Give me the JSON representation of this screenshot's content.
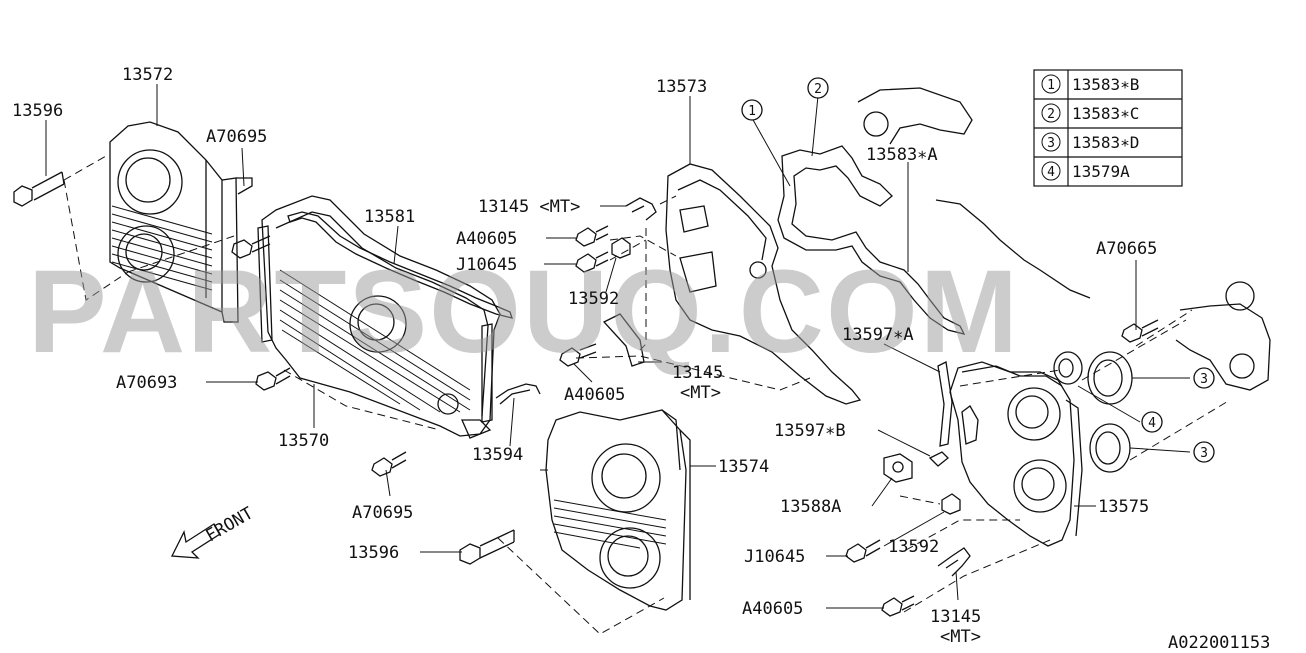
{
  "watermark": "PARTSOUQ.COM",
  "diagram_id": "A022001153",
  "front_label": "FRONT",
  "legend": [
    {
      "num": "1",
      "part": "13583∗B"
    },
    {
      "num": "2",
      "part": "13583∗C"
    },
    {
      "num": "3",
      "part": "13583∗D"
    },
    {
      "num": "4",
      "part": "13579A"
    }
  ],
  "callouts": {
    "c1": "1",
    "c2": "2",
    "c3a": "3",
    "c3b": "3",
    "c4": "4"
  },
  "labels": {
    "p13572": "13572",
    "p13596_top": "13596",
    "pA70695_top": "A70695",
    "p13581": "13581",
    "pA70693": "A70693",
    "p13570": "13570",
    "pA70695_bottom": "A70695",
    "p13594": "13594",
    "p13596_bottom": "13596",
    "p13574": "13574",
    "p13145_mt_top": "13145 <MT>",
    "pA40605_top": "A40605",
    "pJ10645_top": "J10645",
    "p13592_top": "13592",
    "p13573": "13573",
    "pA40605_mid": "A40605",
    "p13145_mt_mid1": "13145",
    "p13145_mt_mid2": "<MT>",
    "p13583A": "13583∗A",
    "pA70665": "A70665",
    "p13597A": "13597∗A",
    "p13597B": "13597∗B",
    "p13588A": "13588A",
    "p13575": "13575",
    "p13592_bottom": "13592",
    "pJ10645_bottom": "J10645",
    "pA40605_bottom": "A40605",
    "p13145_mt_bot1": "13145",
    "p13145_mt_bot2": "<MT>"
  }
}
